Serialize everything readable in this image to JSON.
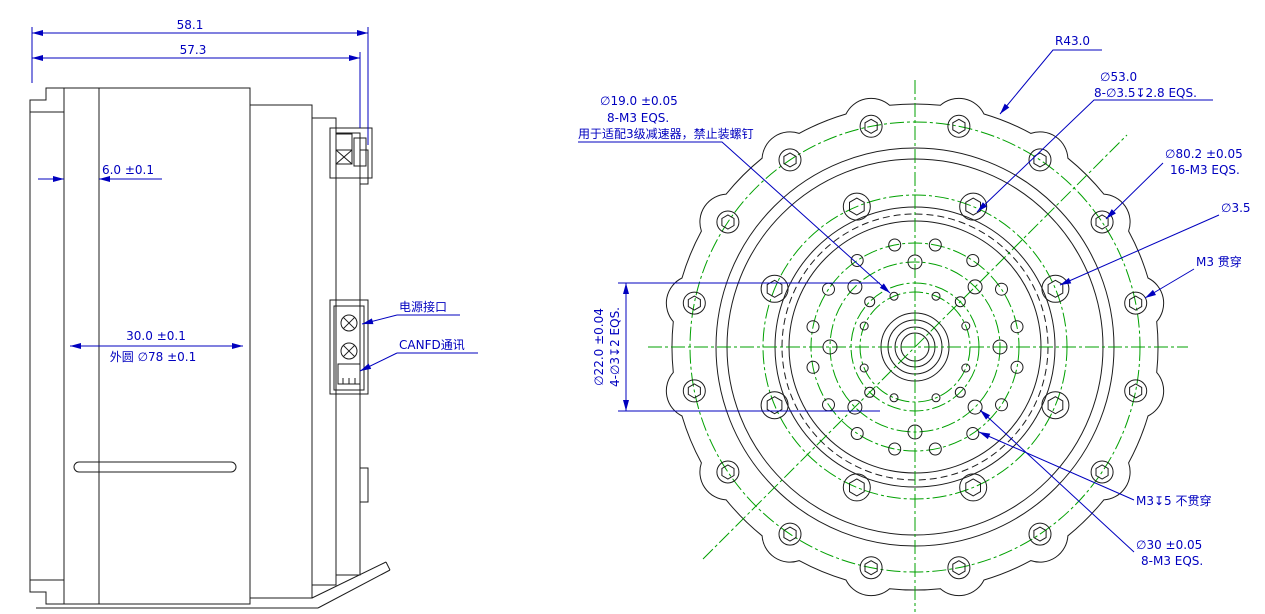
{
  "title": "机器人关节执行器工程图",
  "colors": {
    "outline": "#1c1c1c",
    "dimension": "#0000bf",
    "centerline": "#00a000",
    "background": "#ffffff"
  },
  "side_view": {
    "dim_total_length": "58.1",
    "dim_body_length": "57.3",
    "dim_flange_thickness": "6.0 ±0.1",
    "dim_body_depth": "30.0 ±0.1",
    "dim_outer_diameter": "外圆 ∅78 ±0.1",
    "label_power_connector": "电源接口",
    "label_canfd": "CANFD通讯"
  },
  "front_view": {
    "dim_outer_radius": "R43.0",
    "counterbore_bcd": "∅53.0",
    "counterbore_note": "8-∅3.5↧2.8 EQS.",
    "inner_bcd": "∅19.0 ±0.05",
    "inner_bcd_note": "8-M3 EQS.",
    "inner_bcd_warning": "用于适配3级减速器，禁止装螺钉",
    "outer_bcd": "∅80.2 ±0.05",
    "outer_bcd_note": "16-M3 EQS.",
    "hole_dia": "∅3.5",
    "m3_through": "M3 贯穿",
    "center_bcd": "∅22.0 ±0.04",
    "center_bcd_note": "4-∅3↧2 EQS.",
    "m3_blind": "M3↧5 不贯穿",
    "mid_bcd": "∅30 ±0.05",
    "mid_bcd_note": "8-M3 EQS."
  }
}
